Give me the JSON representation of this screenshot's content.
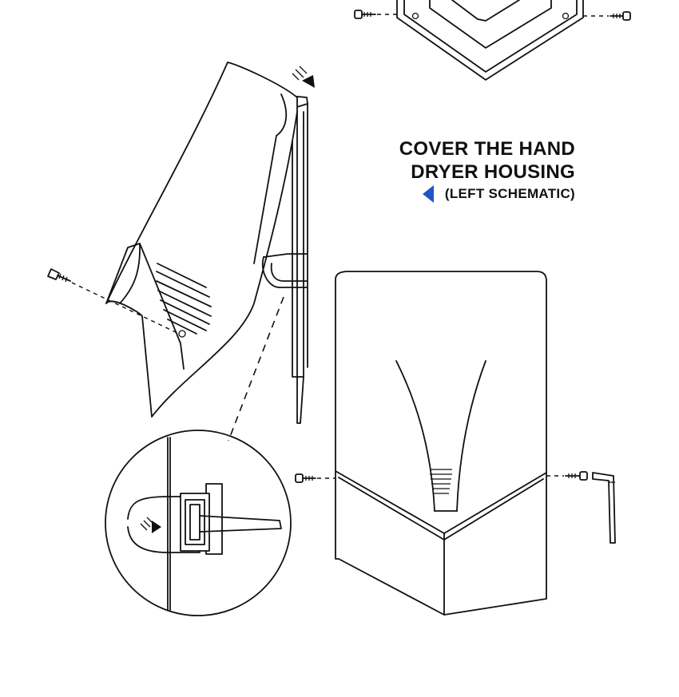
{
  "caption": {
    "line1": "COVER THE HAND",
    "line2": "DRYER HOUSING",
    "line3": "(LEFT SCHEMATIC)",
    "arrow_icon": "left-triangle-icon",
    "arrow_color": "#1e56c9"
  }
}
